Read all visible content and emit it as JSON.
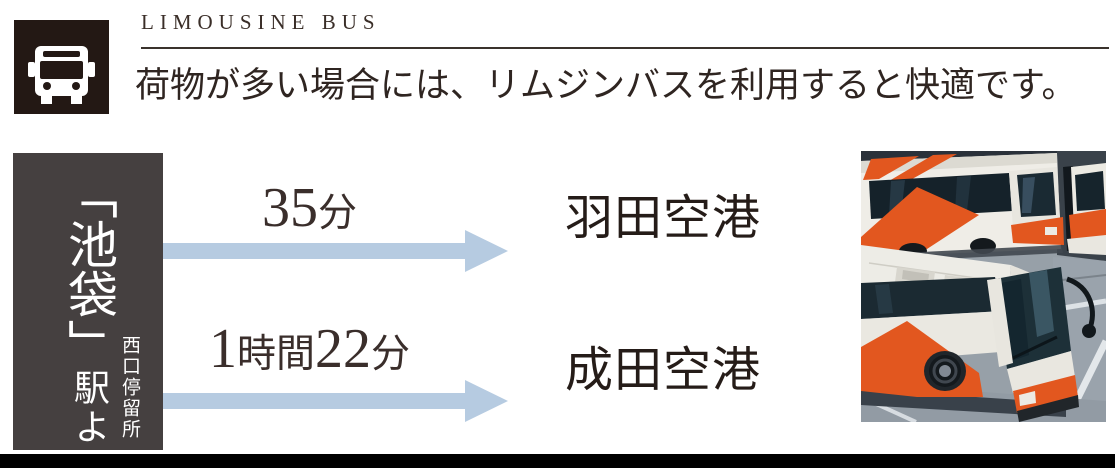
{
  "header": {
    "eyebrow": "LIMOUSINE BUS",
    "description": "荷物が多い場合には、リムジンバスを利用すると快適です。"
  },
  "origin": {
    "station_bracketed": "「池袋」",
    "station_suffix": "駅より",
    "stop_note": "西口停留所"
  },
  "routes": [
    {
      "destination": "羽田空港",
      "duration_text": "35分",
      "duration_parts": [
        {
          "text": "35",
          "kind": "number"
        },
        {
          "text": "分",
          "kind": "unit"
        }
      ]
    },
    {
      "destination": "成田空港",
      "duration_text": "1時間22分",
      "duration_parts": [
        {
          "text": "1",
          "kind": "number"
        },
        {
          "text": "時間",
          "kind": "unit"
        },
        {
          "text": "22",
          "kind": "number"
        },
        {
          "text": "分",
          "kind": "unit"
        }
      ]
    }
  ],
  "photo": {
    "subject": "orange and white limousine buses parked in a depot"
  },
  "icons": {
    "bus": "bus-icon"
  },
  "colors": {
    "arrow_accent": "#b6cbe1",
    "panel_dark": "#454040",
    "icon_tile": "#231814",
    "text_dark": "#3a2e28",
    "bus_orange": "#e2571f",
    "bottom_bar": "#000000"
  }
}
